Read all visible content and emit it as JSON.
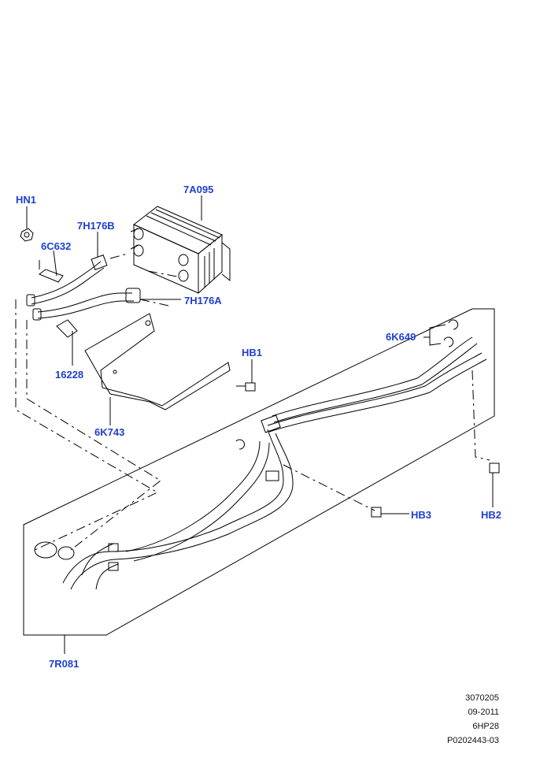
{
  "diagram": {
    "callouts": {
      "HN1": "HN1",
      "7A095": "7A095",
      "7H176B": "7H176B",
      "6C632": "6C632",
      "7H176A": "7H176A",
      "16228": "16228",
      "HB1": "HB1",
      "6K743": "6K743",
      "6K649": "6K649",
      "HB3": "HB3",
      "HB2": "HB2",
      "7R081": "7R081"
    },
    "colors": {
      "callout": "#1f3fd1",
      "line": "#000000"
    }
  },
  "footer": {
    "line1": "3070205",
    "line2": "09-2011",
    "line3": "6HP28",
    "line4": "P0202443-03"
  }
}
